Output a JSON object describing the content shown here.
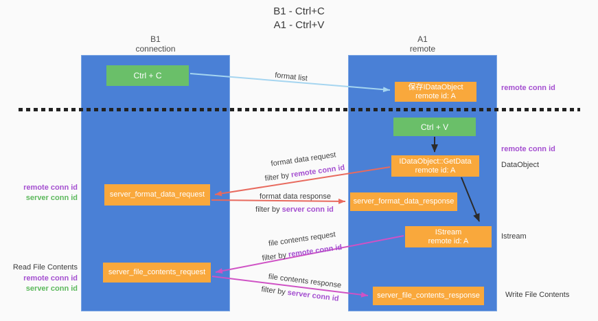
{
  "title": {
    "line1": "B1 - Ctrl+C",
    "line2": "A1 - Ctrl+V"
  },
  "lanes": {
    "left": {
      "name": "B1",
      "role": "connection"
    },
    "right": {
      "name": "A1",
      "role": "remote"
    }
  },
  "nodes": {
    "ctrl_c": {
      "label": "Ctrl + C"
    },
    "ctrl_v": {
      "label": "Ctrl + V"
    },
    "save_dataobject": {
      "line1": "保存IDataObject",
      "line2": "remote id: A"
    },
    "getdata": {
      "line1": "IDataObject::GetData",
      "line2": "remote id: A"
    },
    "istream": {
      "line1": "IStream",
      "line2": "remote id: A"
    },
    "format_request": {
      "label": "server_format_data_request"
    },
    "format_response": {
      "label": "server_format_data_response"
    },
    "file_request": {
      "label": "server_file_contents_request"
    },
    "file_response": {
      "label": "server_file_contents_response"
    }
  },
  "flow_labels": {
    "format_list": "format list",
    "format_data_request": "format data request",
    "format_data_request_filter_prefix": "filter by ",
    "format_data_request_filter_key": "remote conn id",
    "format_data_response": "format data response",
    "format_data_response_filter_prefix": "filter by ",
    "format_data_response_filter_key": "server conn id",
    "file_contents_request": "file contents request",
    "file_contents_request_filter_prefix": "filter by ",
    "file_contents_request_filter_key": "remote conn id",
    "file_contents_response": "file contents response",
    "file_contents_response_filter_prefix": "filter by ",
    "file_contents_response_filter_key": "server conn id"
  },
  "side_labels": {
    "left": {
      "format_remote_conn_id": "remote conn id",
      "format_server_conn_id": "server conn id",
      "read_file_contents": "Read File Contents",
      "file_remote_conn_id": "remote conn id",
      "file_server_conn_id": "server conn id"
    },
    "right": {
      "clipboard_remote_conn_id": "remote conn id",
      "paste_remote_conn_id": "remote conn id",
      "dataobject": "DataObject",
      "istream": "Istream",
      "write_file_contents": "Write File Contents"
    }
  },
  "colors": {
    "lane_blue": "#4a80d6",
    "node_orange": "#f9a83c",
    "node_green": "#6abf69",
    "purple_text": "#a44fd0",
    "green_text": "#5cb85c",
    "arrow_light_blue": "#a5d5f0",
    "arrow_red": "#e86a5e",
    "arrow_magenta": "#cf52c5",
    "arrow_black": "#2b2b2b"
  }
}
